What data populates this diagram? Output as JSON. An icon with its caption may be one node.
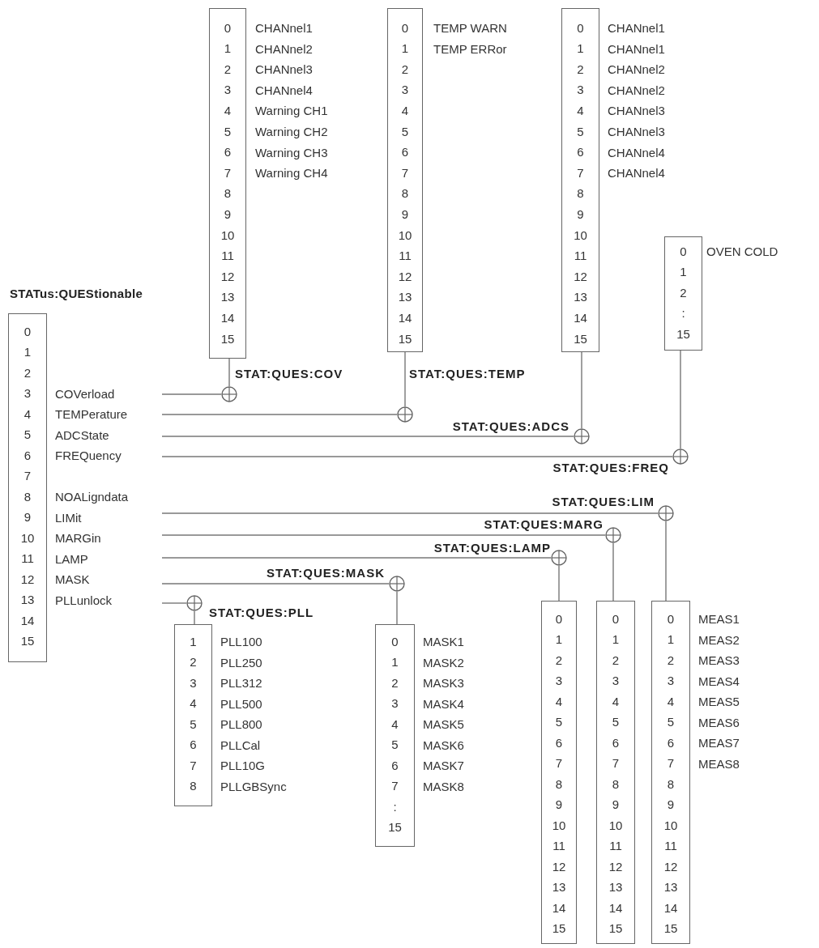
{
  "diagram": {
    "nodes": [
      {
        "text": [
          "STATus:QUEStionable",
          "0",
          "1",
          "2",
          "3",
          "4",
          "5",
          "6",
          "7",
          "8",
          "9",
          "10",
          "11",
          "12",
          "13",
          "14",
          "15",
          "COVerload",
          "TEMPerature",
          "ADCState",
          "FREQuency",
          "NOALigndata",
          "LIMit",
          "MARGin",
          "LAMP",
          "MASK",
          "PLLunlock"
        ]
      },
      {
        "text": [
          "0",
          "1",
          "2",
          "3",
          "4",
          "5",
          "6",
          "7",
          "8",
          "9",
          "10",
          "11",
          "12",
          "13",
          "14",
          "15"
        ],
        "beside": [
          "CHANnel1",
          "CHANnel2",
          "CHANnel3",
          "CHANnel4",
          "Warning CH1",
          "Warning CH2",
          "Warning CH3",
          "Warning CH4"
        ]
      },
      {
        "text": [],
        "shape": "circle",
        "beside": [
          "STAT:QUES:COV"
        ]
      },
      {
        "text": [
          "0",
          "1",
          "2",
          "3",
          "4",
          "5",
          "6",
          "7",
          "8",
          "9",
          "10",
          "11",
          "12",
          "13",
          "14",
          "15"
        ],
        "beside": [
          "TEMP WARN",
          "TEMP ERRor"
        ]
      },
      {
        "text": [],
        "shape": "circle",
        "beside": [
          "STAT:QUES:TEMP"
        ]
      },
      {
        "text": [
          "0",
          "1",
          "2",
          "3",
          "4",
          "5",
          "6",
          "7",
          "8",
          "9",
          "10",
          "11",
          "12",
          "13",
          "14",
          "15"
        ],
        "beside": [
          "CHANnel1",
          "CHANnel1",
          "CHANnel2",
          "CHANnel2",
          "CHANnel3",
          "CHANnel3",
          "CHANnel4",
          "CHANnel4"
        ]
      },
      {
        "text": [],
        "shape": "circle",
        "beside": [
          "STAT:QUES:ADCS"
        ]
      },
      {
        "text": [
          "0",
          "1",
          "2",
          ":",
          "15"
        ],
        "beside": [
          "OVEN COLD"
        ]
      },
      {
        "text": [],
        "shape": "circle",
        "beside": [
          "STAT:QUES:FREQ"
        ]
      },
      {
        "text": [],
        "shape": "circle",
        "beside": [
          "STAT:QUES:LIM"
        ]
      },
      {
        "text": [
          "0",
          "1",
          "2",
          "3",
          "4",
          "5",
          "6",
          "7",
          "8",
          "9",
          "10",
          "11",
          "12",
          "13",
          "14",
          "15"
        ],
        "beside": [
          "MEAS1",
          "MEAS2",
          "MEAS3",
          "MEAS4",
          "MEAS5",
          "MEAS6",
          "MEAS7",
          "MEAS8"
        ]
      },
      {
        "text": [],
        "shape": "circle",
        "beside": [
          "STAT:QUES:MARG"
        ]
      },
      {
        "text": [
          "0",
          "1",
          "2",
          "3",
          "4",
          "5",
          "6",
          "7",
          "8",
          "9",
          "10",
          "11",
          "12",
          "13",
          "14",
          "15"
        ]
      },
      {
        "text": [],
        "shape": "circle",
        "beside": [
          "STAT:QUES:LAMP"
        ]
      },
      {
        "text": [
          "0",
          "1",
          "2",
          "3",
          "4",
          "5",
          "6",
          "7",
          "8",
          "9",
          "10",
          "11",
          "12",
          "13",
          "14",
          "15"
        ]
      },
      {
        "text": [],
        "shape": "circle",
        "beside": [
          "STAT:QUES:MASK"
        ]
      },
      {
        "text": [
          "0",
          "1",
          "2",
          "3",
          "4",
          "5",
          "6",
          "7",
          ":",
          "15"
        ],
        "beside": [
          "MASK1",
          "MASK2",
          "MASK3",
          "MASK4",
          "MASK5",
          "MASK6",
          "MASK7",
          "MASK8"
        ]
      },
      {
        "text": [],
        "shape": "circle",
        "beside": [
          "STAT:QUES:PLL"
        ]
      },
      {
        "text": [
          "1",
          "2",
          "3",
          "4",
          "5",
          "6",
          "7",
          "8"
        ],
        "beside": [
          "PLL100",
          "PLL250",
          "PLL312",
          "PLL500",
          "PLL800",
          "PLLCal",
          "PLL10G",
          "PLLGBSync"
        ]
      }
    ],
    "edges": [
      {
        "from": 1,
        "to": 2,
        "arrow": "none"
      },
      {
        "from": 2,
        "to": 0,
        "arrow": "none"
      },
      {
        "from": 3,
        "to": 4,
        "arrow": "none"
      },
      {
        "from": 4,
        "to": 0,
        "arrow": "none"
      },
      {
        "from": 5,
        "to": 6,
        "arrow": "none"
      },
      {
        "from": 6,
        "to": 0,
        "arrow": "none"
      },
      {
        "from": 7,
        "to": 8,
        "arrow": "none"
      },
      {
        "from": 8,
        "to": 0,
        "arrow": "none"
      },
      {
        "from": 0,
        "to": 9,
        "arrow": "none"
      },
      {
        "from": 9,
        "to": 10,
        "arrow": "none"
      },
      {
        "from": 0,
        "to": 11,
        "arrow": "none"
      },
      {
        "from": 11,
        "to": 12,
        "arrow": "none"
      },
      {
        "from": 0,
        "to": 13,
        "arrow": "none"
      },
      {
        "from": 13,
        "to": 14,
        "arrow": "none"
      },
      {
        "from": 0,
        "to": 15,
        "arrow": "none"
      },
      {
        "from": 15,
        "to": 16,
        "arrow": "none"
      },
      {
        "from": 0,
        "to": 17,
        "arrow": "none"
      },
      {
        "from": 17,
        "to": 18,
        "arrow": "none"
      }
    ]
  }
}
